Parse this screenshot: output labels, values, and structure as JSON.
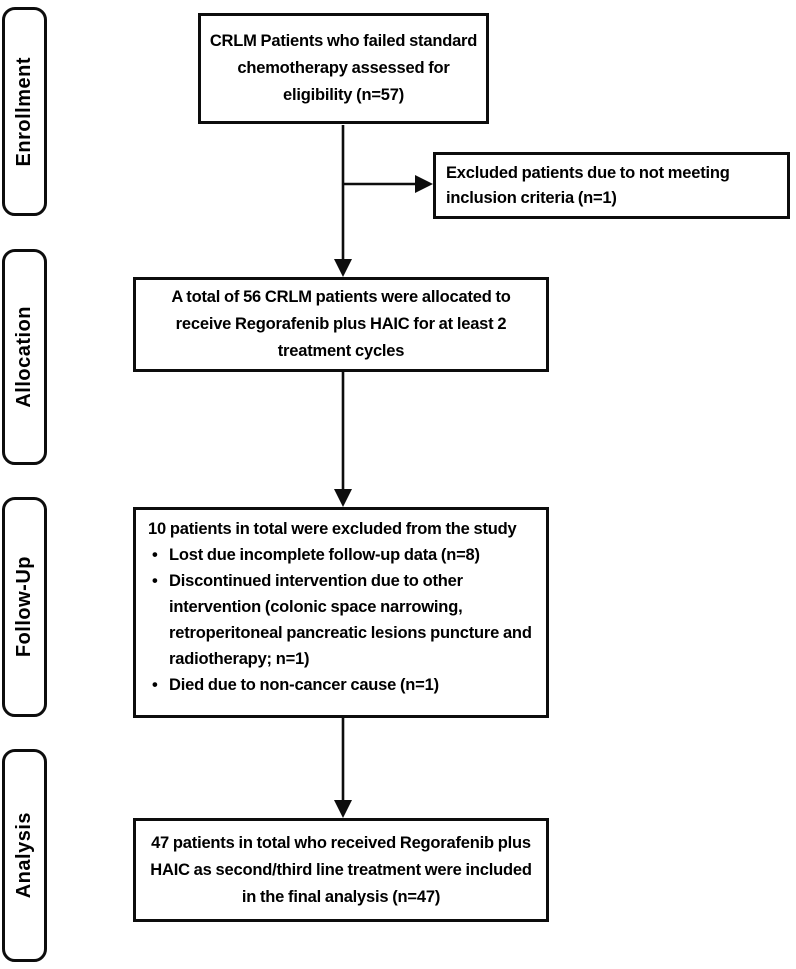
{
  "diagram": {
    "stages": [
      {
        "label": "Enrollment"
      },
      {
        "label": "Allocation"
      },
      {
        "label": "Follow-Up"
      },
      {
        "label": "Analysis"
      }
    ],
    "boxes": {
      "eligibility": {
        "text": "CRLM Patients who failed standard chemotherapy assessed for eligibility (n=57)"
      },
      "excluded": {
        "text": "Excluded patients due to not meeting inclusion criteria (n=1)"
      },
      "allocation": {
        "text": "A total of 56 CRLM patients were allocated to receive Regorafenib plus HAIC for at least 2 treatment cycles"
      },
      "followup": {
        "intro": "10 patients in total were excluded from the study",
        "bullets": [
          "Lost due incomplete follow-up data (n=8)",
          "Discontinued intervention due to other intervention (colonic space narrowing, retroperitoneal pancreatic lesions puncture and radiotherapy; n=1)",
          "Died due to non-cancer cause (n=1)"
        ]
      },
      "analysis": {
        "text": "47 patients in total who received Regorafenib plus HAIC as second/third line treatment were included in the final analysis (n=47)"
      }
    },
    "colors": {
      "border": "#0d0d0d",
      "background": "#ffffff",
      "text": "#000000"
    }
  }
}
